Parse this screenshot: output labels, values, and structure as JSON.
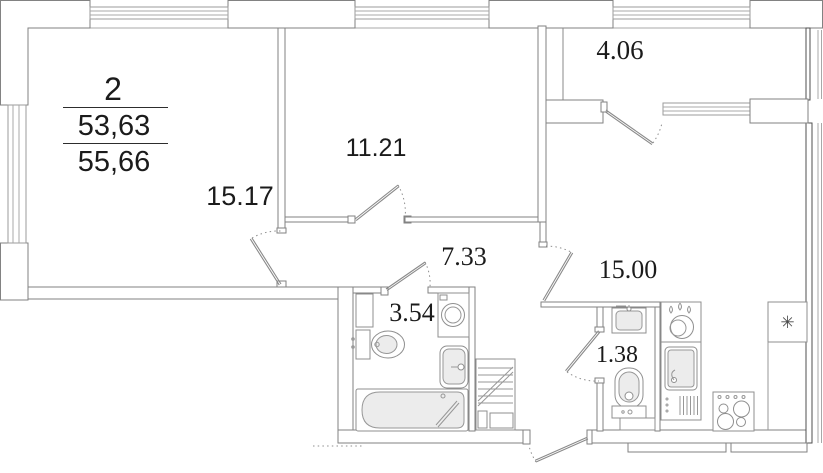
{
  "plan": {
    "apartment": {
      "number": "2",
      "area_top": "53,63",
      "area_bottom": "55,66"
    },
    "rooms": {
      "living": {
        "area": "15.17"
      },
      "bedroom": {
        "area": "11.21"
      },
      "balcony": {
        "area": "4.06"
      },
      "hallway": {
        "area": "7.33"
      },
      "bathroom": {
        "area": "3.54"
      },
      "kitchen": {
        "area": "15.00"
      },
      "wc": {
        "area": "1.38"
      }
    },
    "icons": {
      "fridge_snowflake": "✳",
      "fixtures": [
        "bathtub",
        "toilet",
        "washing-machine",
        "sink",
        "water-heater",
        "stove",
        "fridge",
        "ventilation-shaft"
      ]
    },
    "colors": {
      "background": "#ffffff",
      "wall": "#828282",
      "wall_dark": "#4f4f4f",
      "text": "#1b1b1b",
      "fixture_fill": "#ececec"
    }
  }
}
